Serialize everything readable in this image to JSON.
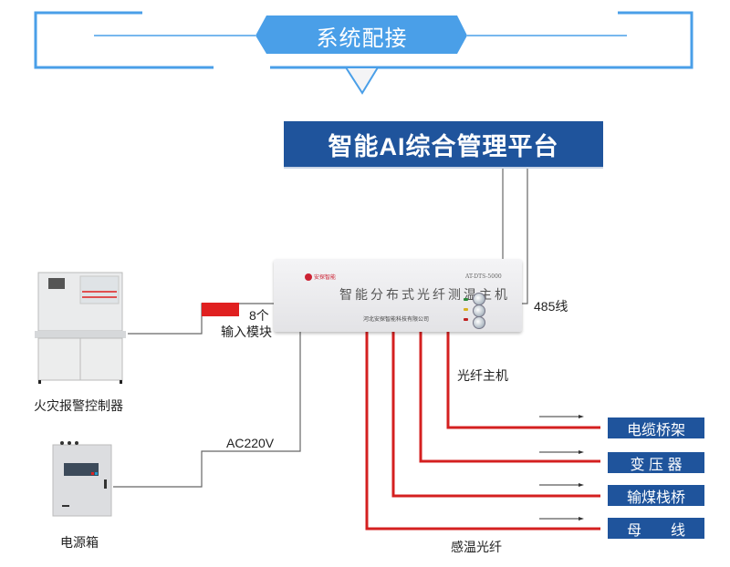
{
  "header": {
    "title": "系统配接",
    "accent_color": "#4a9fe8"
  },
  "platform": {
    "label": "智能AI综合管理平台",
    "color": "#1f549c"
  },
  "host": {
    "name": "智能分布式光纤测温主机",
    "model": "AT-DTS-5000",
    "company": "河北安探智能科技有限公司",
    "logo_text": "安探智能"
  },
  "labels": {
    "rs485": "485线",
    "input_module_count": "8个",
    "input_module": "输入模块",
    "fire_controller": "火灾报警控制器",
    "power_box": "电源箱",
    "ac_voltage": "AC220V",
    "fiber_host": "光纤主机",
    "sensing_fiber": "感温光纤"
  },
  "targets": [
    {
      "label": "电缆桥架"
    },
    {
      "label": "变 压 器"
    },
    {
      "label": "输煤栈桥"
    },
    {
      "label": "母　　线"
    }
  ],
  "colors": {
    "fiber": "#d42020",
    "wire": "#666666",
    "target_bg": "#1f549c",
    "module_red": "#e02020"
  }
}
